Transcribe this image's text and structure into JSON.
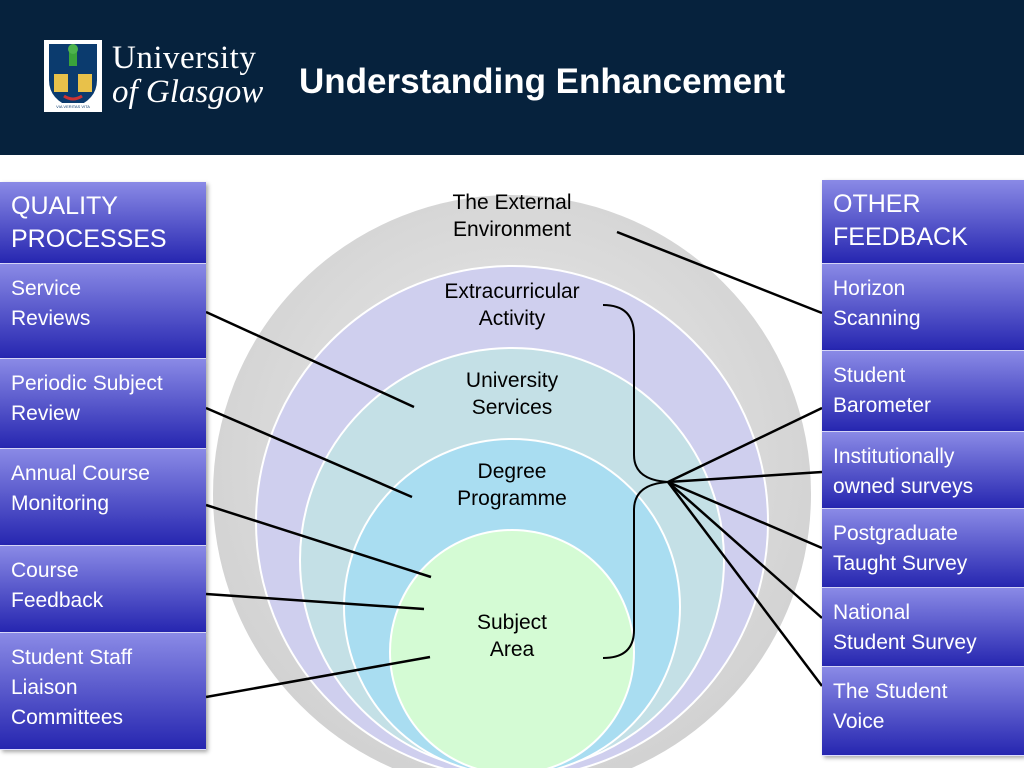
{
  "slide": {
    "title": "Understanding Enhancement",
    "logo": {
      "line1": "University",
      "line2": "of Glasgow",
      "motto": "VIA VERITAS VITA"
    }
  },
  "circles": [
    {
      "label_line1": "The External",
      "label_line2": "Environment",
      "color": "#d9d9d9"
    },
    {
      "label_line1": "Extracurricular",
      "label_line2": "Activity",
      "color": "#cfcfee"
    },
    {
      "label_line1": "University",
      "label_line2": "Services",
      "color": "#c4e0e6"
    },
    {
      "label_line1": "Degree",
      "label_line2": "Programme",
      "color": "#a9ddf1"
    },
    {
      "label_line1": "Subject",
      "label_line2": "Area",
      "color": "#d4fbd4"
    }
  ],
  "left_column": {
    "header": [
      "QUALITY",
      "PROCESSES"
    ],
    "items": [
      {
        "lines": [
          "Service",
          "Reviews"
        ]
      },
      {
        "lines": [
          "Periodic Subject",
          "Review"
        ]
      },
      {
        "lines": [
          "Annual Course",
          "Monitoring"
        ]
      },
      {
        "lines": [
          "Course",
          "Feedback"
        ]
      },
      {
        "lines": [
          "Student Staff",
          "Liaison",
          "Committees"
        ]
      }
    ]
  },
  "right_column": {
    "header": [
      "OTHER",
      "FEEDBACK"
    ],
    "items": [
      {
        "lines": [
          "Horizon",
          "Scanning"
        ]
      },
      {
        "lines": [
          "Student",
          "Barometer"
        ]
      },
      {
        "lines": [
          "Institutionally",
          "owned surveys"
        ]
      },
      {
        "lines": [
          "Postgraduate",
          "Taught Survey"
        ]
      },
      {
        "lines": [
          "National",
          "Student Survey"
        ]
      },
      {
        "lines": [
          "The Student",
          "Voice"
        ]
      }
    ]
  },
  "colors": {
    "header_bg": "#06223d",
    "box_top": "#8a8ae6",
    "box_bottom": "#2626b0",
    "connector": "#000000"
  }
}
